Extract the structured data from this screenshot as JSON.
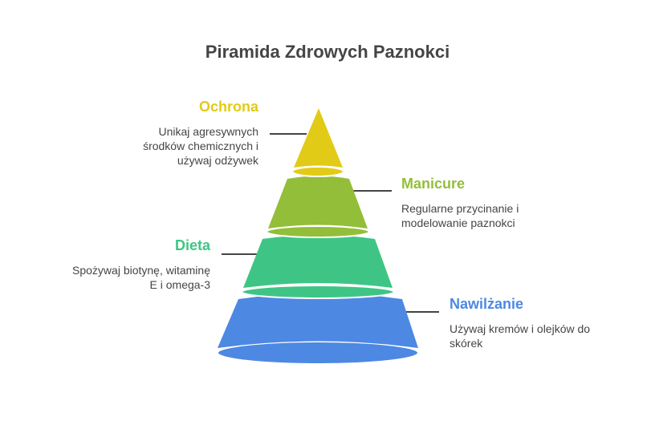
{
  "title": "Piramida Zdrowych Paznokci",
  "levels": [
    {
      "heading": "Ochrona",
      "description": "Unikaj agresywnych\nśrodków chemicznych i\nużywaj odżywek",
      "color": "#E2CB16"
    },
    {
      "heading": "Manicure",
      "description": "Regularne przycinanie i\nmodelowanie paznokci",
      "color": "#93BE3A"
    },
    {
      "heading": "Dieta",
      "description": "Spożywaj biotynę, witaminę\nE i omega-3",
      "color": "#3EC585"
    },
    {
      "heading": "Nawilżanie",
      "description": "Używaj kremów i olejków do\nskórek",
      "color": "#4D88E3"
    }
  ]
}
